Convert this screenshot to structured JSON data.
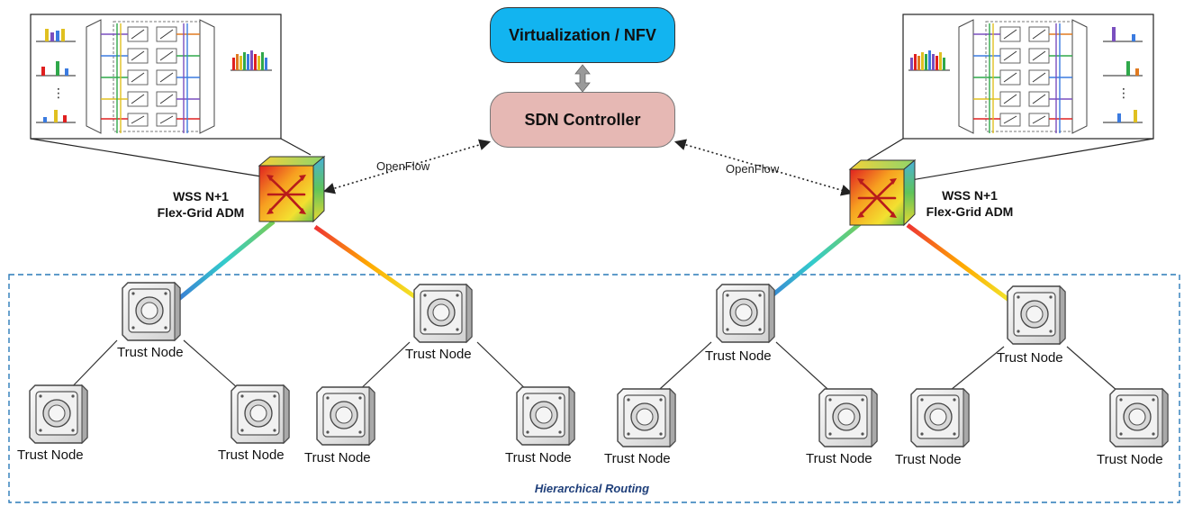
{
  "blocks": {
    "virtualization": "Virtualization / NFV",
    "sdn_controller": "SDN Controller"
  },
  "links": {
    "openflow_left": "OpenFlow",
    "openflow_right": "OpenFlow"
  },
  "wss": {
    "left": {
      "line1": "WSS N+1",
      "line2": "Flex-Grid ADM"
    },
    "right": {
      "line1": "WSS N+1",
      "line2": "Flex-Grid ADM"
    }
  },
  "trust_nodes": {
    "label": "Trust Node",
    "count": 12
  },
  "region": {
    "label": "Hierarchical Routing"
  },
  "colors": {
    "nfv_fill": "#12b4f0",
    "sdn_fill": "#e6b8b4",
    "region_border": "#2a7ab8",
    "region_label": "#1f3f7a"
  }
}
